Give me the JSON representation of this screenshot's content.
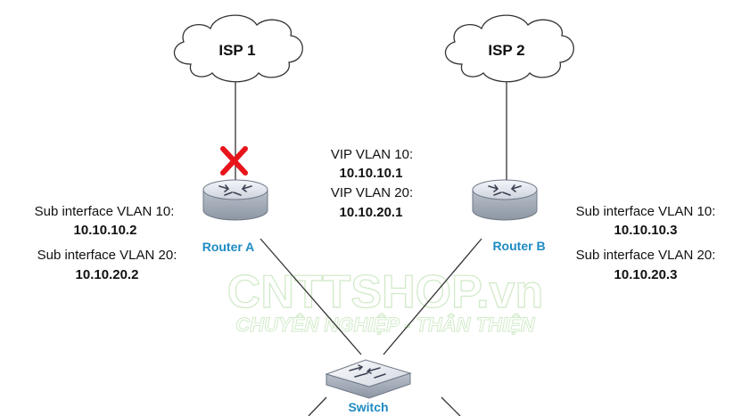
{
  "clouds": [
    {
      "id": "isp1",
      "label": "ISP 1"
    },
    {
      "id": "isp2",
      "label": "ISP 2"
    }
  ],
  "routers": {
    "a": {
      "label": "Router A",
      "link_status": "down"
    },
    "b": {
      "label": "Router B"
    }
  },
  "switch": {
    "label": "Switch"
  },
  "vip": {
    "vlan10_label": "VIP VLAN 10:",
    "vlan10_ip": "10.10.10.1",
    "vlan20_label": "VIP VLAN 20:",
    "vlan20_ip": "10.10.20.1"
  },
  "left_info": {
    "vlan10_label": "Sub interface VLAN 10:",
    "vlan10_ip": "10.10.10.2",
    "vlan20_label": "Sub interface VLAN 20:",
    "vlan20_ip": "10.10.20.2"
  },
  "right_info": {
    "vlan10_label": "Sub interface VLAN 10:",
    "vlan10_ip": "10.10.10.3",
    "vlan20_label": "Sub interface VLAN 20:",
    "vlan20_ip": "10.10.20.3"
  },
  "watermark": {
    "brand": "CNTTSHOP.vn",
    "tagline": "CHUYÊN NGHIỆP - THÂN THIỆN"
  },
  "colors": {
    "device_label": "#1e8bc3",
    "failure_mark": "#e8141c",
    "watermark": "#cfe9c6",
    "line": "#333333"
  },
  "icons": {
    "failure": "red-x-icon",
    "router": "router-icon",
    "switch": "switch-icon",
    "cloud": "cloud-icon"
  }
}
